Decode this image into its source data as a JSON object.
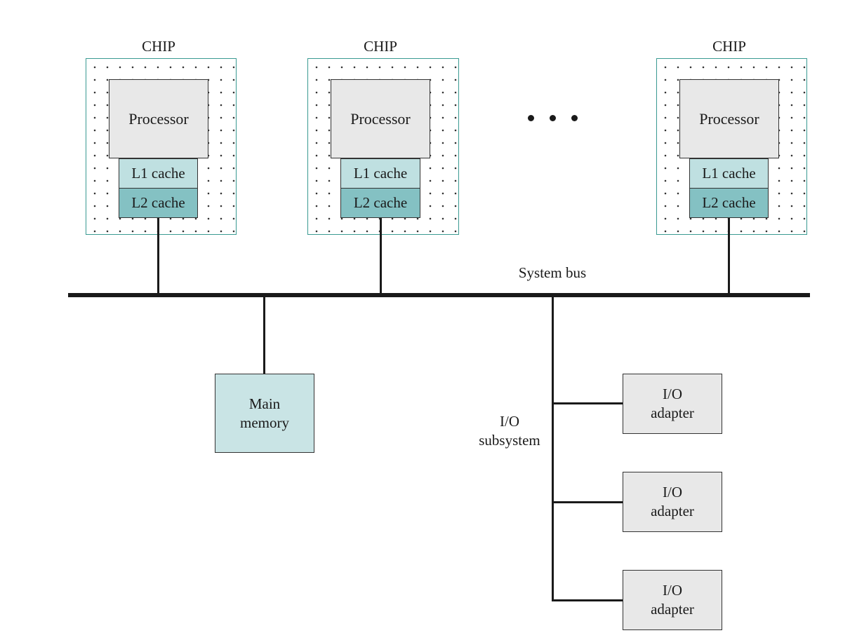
{
  "chips": [
    {
      "label": "CHIP",
      "processor": "Processor",
      "l1": "L1 cache",
      "l2": "L2 cache"
    },
    {
      "label": "CHIP",
      "processor": "Processor",
      "l1": "L1 cache",
      "l2": "L2 cache"
    },
    {
      "label": "CHIP",
      "processor": "Processor",
      "l1": "L1 cache",
      "l2": "L2 cache"
    }
  ],
  "bus": {
    "label": "System bus"
  },
  "memory": {
    "line1": "Main",
    "line2": "memory"
  },
  "io_subsystem": {
    "line1": "I/O",
    "line2": "subsystem"
  },
  "io_adapters": [
    {
      "line1": "I/O",
      "line2": "adapter"
    },
    {
      "line1": "I/O",
      "line2": "adapter"
    },
    {
      "line1": "I/O",
      "line2": "adapter"
    }
  ],
  "colors": {
    "chip_border": "#3a9a92",
    "processor_fill": "#e8e8e8",
    "l1_fill": "#bfe0e1",
    "l2_fill": "#84c1c3",
    "memory_fill": "#c9e4e5",
    "io_fill": "#e8e8e8"
  }
}
